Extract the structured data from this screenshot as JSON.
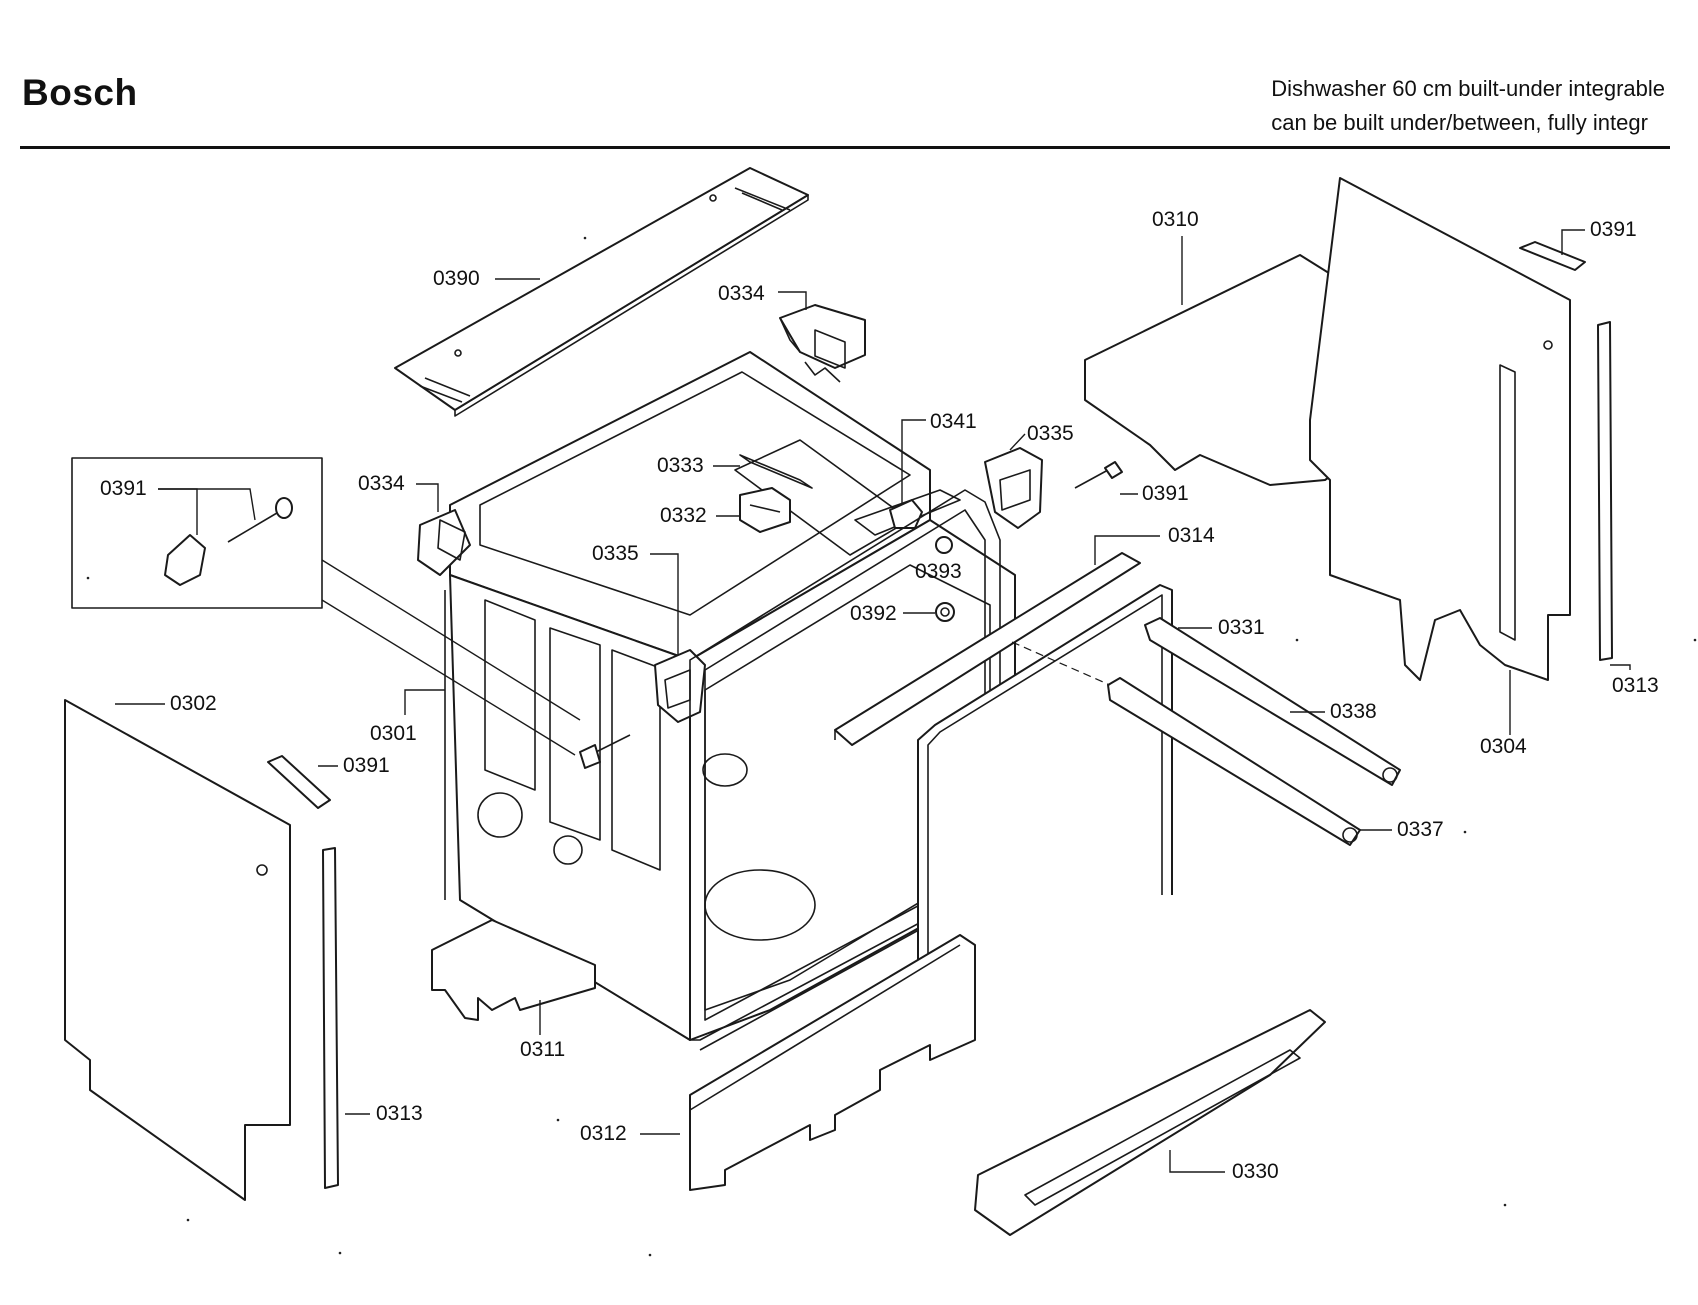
{
  "header": {
    "brand": "Bosch",
    "subtitle_line1": "Dishwasher 60 cm built-under integrable",
    "subtitle_line2": "can be built under/between, fully integr"
  },
  "callouts": {
    "c0390": "0390",
    "c0334_top": "0334",
    "c0334_left": "0334",
    "c0341": "0341",
    "c0335_right": "0335",
    "c0335_mid": "0335",
    "c0333": "0333",
    "c0332": "0332",
    "c0391_inset": "0391",
    "c0391_mid": "0391",
    "c0391_left": "0391",
    "c0391_right": "0391",
    "c0393": "0393",
    "c0392": "0392",
    "c0314": "0314",
    "c0331": "0331",
    "c0338": "0338",
    "c0337": "0337",
    "c0310": "0310",
    "c0304": "0304",
    "c0313_right": "0313",
    "c0313_left": "0313",
    "c0302": "0302",
    "c0301": "0301",
    "c0311": "0311",
    "c0312": "0312",
    "c0330": "0330"
  }
}
